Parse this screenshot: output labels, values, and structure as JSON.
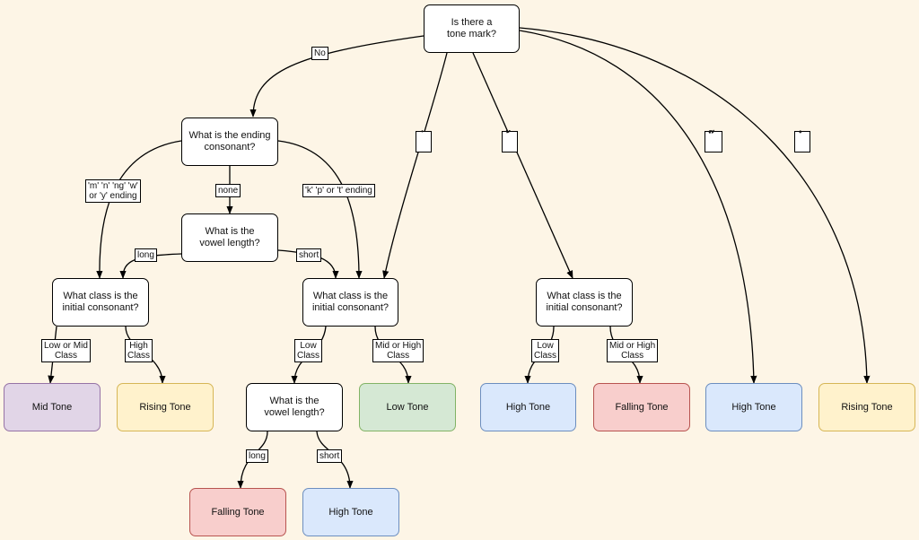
{
  "nodes": {
    "q_tone_mark": "Is there a\ntone mark?",
    "q_ending": "What is the ending\nconsonant?",
    "q_vowel_1": "What is the\nvowel length?",
    "q_class_1": "What class is the\ninitial consonant?",
    "q_class_2": "What class is the\ninitial consonant?",
    "q_class_3": "What class is the\ninitial consonant?",
    "q_vowel_2": "What is the\nvowel length?",
    "r_mid": "Mid Tone",
    "r_rising_1": "Rising Tone",
    "r_low": "Low Tone",
    "r_high_1": "High Tone",
    "r_falling_1": "Falling Tone",
    "r_high_2": "High Tone",
    "r_rising_2": "Rising Tone",
    "r_falling_2": "Falling Tone",
    "r_high_3": "High Tone"
  },
  "edge_labels": {
    "no": "No",
    "mai_ek": "่",
    "mai_tho": "้",
    "mai_tri": "๊",
    "mai_chattawa": "๋",
    "sonorant_ending": "'m' 'n' 'ng' 'w'\nor 'y' ending",
    "none": "none",
    "stop_ending": "'k' 'p' or 't' ending",
    "long_1": "long",
    "short_1": "short",
    "low_or_mid_class": "Low or Mid\nClass",
    "high_class": "High\nClass",
    "low_class_1": "Low\nClass",
    "mid_or_high_class_1": "Mid or High\nClass",
    "low_class_2": "Low\nClass",
    "mid_or_high_class_2": "Mid or High\nClass",
    "long_2": "long",
    "short_2": "short"
  },
  "colors": {
    "background": "#fdf5e6",
    "mid_tone": "#e1d5e7",
    "rising_tone": "#fff2cc",
    "low_tone": "#d5e8d4",
    "high_tone": "#dae8fc",
    "falling_tone": "#f8cecc"
  }
}
